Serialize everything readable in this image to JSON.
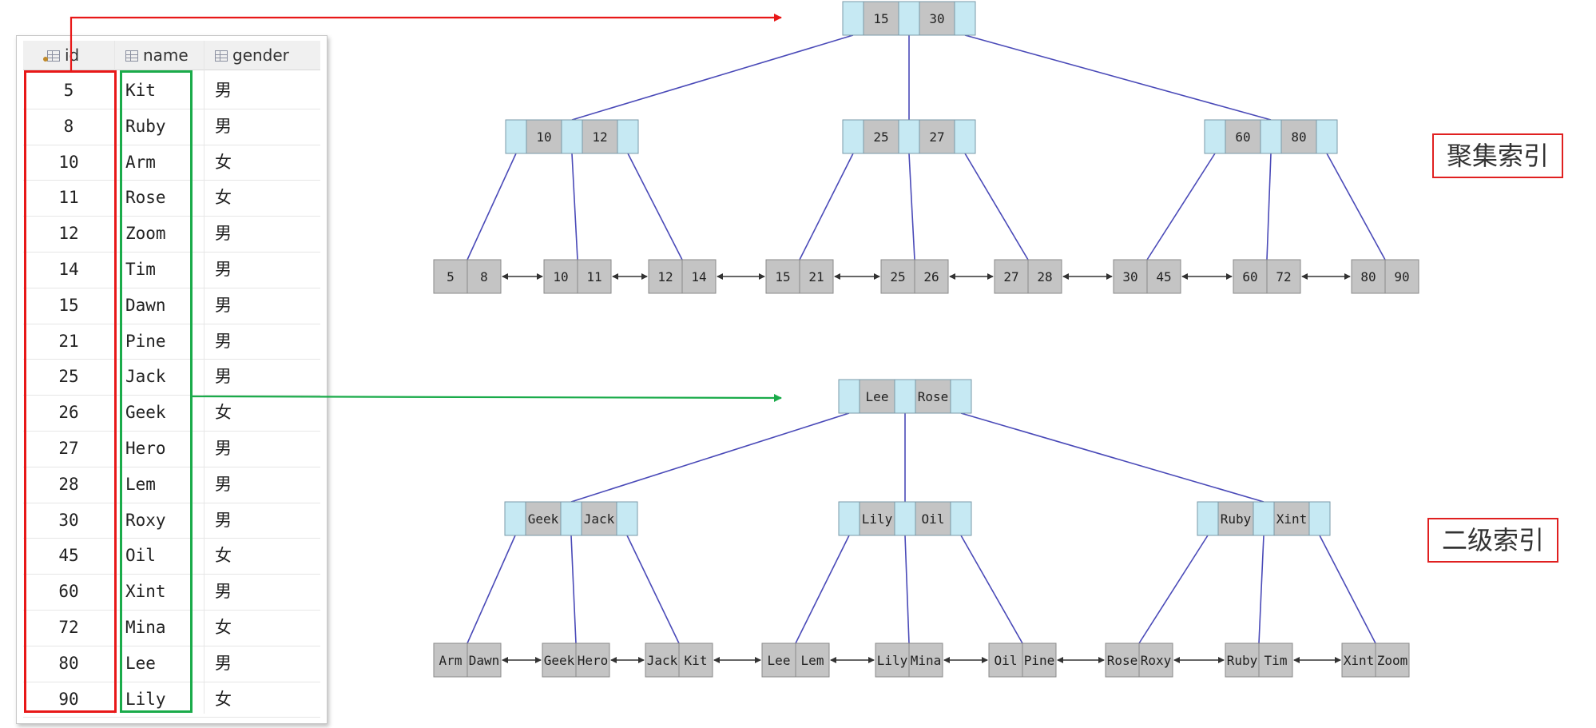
{
  "table": {
    "headers": {
      "id": "id",
      "name": "name",
      "gender": "gender"
    },
    "rows": [
      {
        "id": "5",
        "name": "Kit",
        "gender": "男"
      },
      {
        "id": "8",
        "name": "Ruby",
        "gender": "男"
      },
      {
        "id": "10",
        "name": "Arm",
        "gender": "女"
      },
      {
        "id": "11",
        "name": "Rose",
        "gender": "女"
      },
      {
        "id": "12",
        "name": "Zoom",
        "gender": "男"
      },
      {
        "id": "14",
        "name": "Tim",
        "gender": "男"
      },
      {
        "id": "15",
        "name": "Dawn",
        "gender": "男"
      },
      {
        "id": "21",
        "name": "Pine",
        "gender": "男"
      },
      {
        "id": "25",
        "name": "Jack",
        "gender": "男"
      },
      {
        "id": "26",
        "name": "Geek",
        "gender": "女"
      },
      {
        "id": "27",
        "name": "Hero",
        "gender": "男"
      },
      {
        "id": "28",
        "name": "Lem",
        "gender": "男"
      },
      {
        "id": "30",
        "name": "Roxy",
        "gender": "男"
      },
      {
        "id": "45",
        "name": "Oil",
        "gender": "女"
      },
      {
        "id": "60",
        "name": "Xint",
        "gender": "男"
      },
      {
        "id": "72",
        "name": "Mina",
        "gender": "女"
      },
      {
        "id": "80",
        "name": "Lee",
        "gender": "男"
      },
      {
        "id": "90",
        "name": "Lily",
        "gender": "女"
      }
    ]
  },
  "clustered_index": {
    "label": "聚集索引",
    "root": [
      "15",
      "30"
    ],
    "internal": [
      [
        "10",
        "12"
      ],
      [
        "25",
        "27"
      ],
      [
        "60",
        "80"
      ]
    ],
    "leaves": [
      [
        "5",
        "8"
      ],
      [
        "10",
        "11"
      ],
      [
        "12",
        "14"
      ],
      [
        "15",
        "21"
      ],
      [
        "25",
        "26"
      ],
      [
        "27",
        "28"
      ],
      [
        "30",
        "45"
      ],
      [
        "60",
        "72"
      ],
      [
        "80",
        "90"
      ]
    ]
  },
  "secondary_index": {
    "label": "二级索引",
    "root": [
      "Lee",
      "Rose"
    ],
    "internal": [
      [
        "Geek",
        "Jack"
      ],
      [
        "Lily",
        "Oil"
      ],
      [
        "Ruby",
        "Xint"
      ]
    ],
    "leaves": [
      [
        "Arm",
        "Dawn"
      ],
      [
        "Geek",
        "Hero"
      ],
      [
        "Jack",
        "Kit"
      ],
      [
        "Lee",
        "Lem"
      ],
      [
        "Lily",
        "Mina"
      ],
      [
        "Oil",
        "Pine"
      ],
      [
        "Rose",
        "Roxy"
      ],
      [
        "Ruby",
        "Tim"
      ],
      [
        "Xint",
        "Zoom"
      ]
    ]
  },
  "colors": {
    "id_highlight": "#e81818",
    "name_highlight": "#1aab4a",
    "key_fill": "#c4c4c4",
    "pointer_fill": "#c6e9f3",
    "edge": "#4a4ab8"
  }
}
